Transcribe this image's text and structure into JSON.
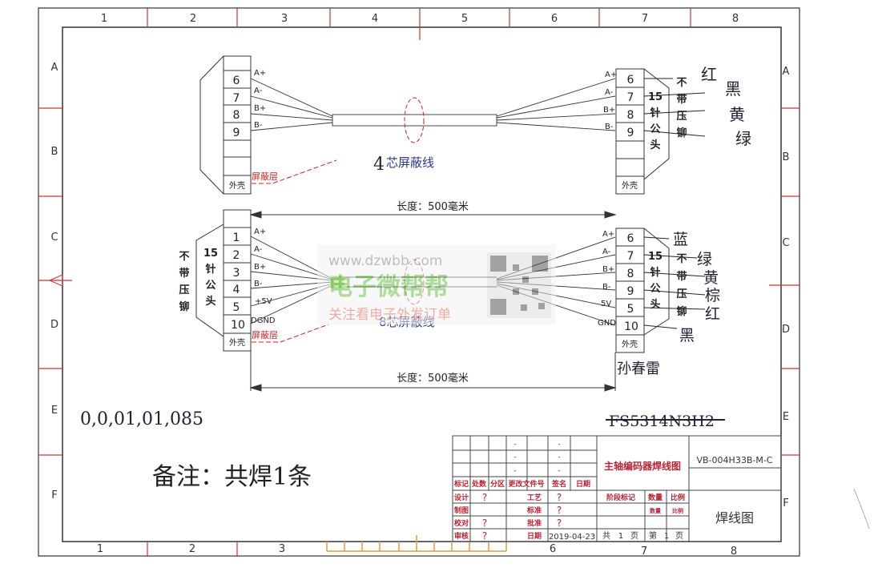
{
  "frame": {
    "top_cols": [
      "1",
      "2",
      "3",
      "4",
      "5",
      "6",
      "7",
      "8"
    ],
    "bottom_cols": [
      "1",
      "2",
      "3",
      "6",
      "7",
      "8"
    ],
    "rows": [
      "A",
      "B",
      "C",
      "D",
      "E",
      "F"
    ]
  },
  "cable1": {
    "pins_left": [
      "6",
      "7",
      "8",
      "9"
    ],
    "signals_left": [
      "A+",
      "A-",
      "B+",
      "B-"
    ],
    "shell": "外壳",
    "shield": "屏蔽层",
    "cable_label": "芯屏蔽线",
    "cable_count_handwritten": "4",
    "length": "长度：500毫米",
    "pins_right": [
      "6",
      "7",
      "8",
      "9"
    ],
    "signals_right": [
      "A+",
      "A-",
      "B+",
      "B-"
    ],
    "conn_right_label": [
      "15",
      "针",
      "公",
      "头"
    ],
    "conn_right_note": [
      "不",
      "带",
      "压",
      "铆"
    ],
    "colors_handwritten": [
      "红",
      "黑",
      "黄",
      "绿"
    ]
  },
  "cable2": {
    "pins_left": [
      "1",
      "2",
      "3",
      "4",
      "5",
      "10"
    ],
    "signals_left": [
      "A+",
      "A-",
      "B+",
      "B-",
      "+5V",
      "DGND"
    ],
    "shell": "外壳",
    "shield": "屏蔽层",
    "conn_left_label": [
      "15",
      "针",
      "公",
      "头"
    ],
    "conn_left_note": [
      "不",
      "带",
      "压",
      "铆"
    ],
    "cable_label": "8芯屏蔽线",
    "length": "长度：500毫米",
    "pins_right": [
      "6",
      "7",
      "8",
      "9",
      "5",
      "10"
    ],
    "signals_right": [
      "A+",
      "A-",
      "B+",
      "B-",
      "5V",
      "GND"
    ],
    "conn_right_label": [
      "15",
      "针",
      "公",
      "头"
    ],
    "conn_right_note": [
      "不",
      "带",
      "压",
      "铆"
    ],
    "colors_handwritten": [
      "蓝",
      "绿",
      "黄",
      "棕",
      "红",
      "黑"
    ],
    "signature": "孙春雷"
  },
  "watermark": {
    "url": "www.dzwbb.com",
    "name": "电子微帮帮",
    "slogan": "关注看电子外发订单"
  },
  "handwritten_code": "0,0,01,01,085",
  "struck_code": "FS5314N3H2",
  "note": "备注：共焊1条",
  "title_block": {
    "drawing_title": "主轴编码器焊线图",
    "drawing_no": "VB-004H33B-M-C",
    "doc_type": "焊线图",
    "rev_headers": [
      "标记",
      "处数",
      "分区",
      "更改文件号",
      "签名",
      "日期"
    ],
    "rows": [
      {
        "l": "设计",
        "lv": "?",
        "r": "工艺",
        "rv": "?"
      },
      {
        "l": "制图",
        "lv": "",
        "r": "标准",
        "rv": "?"
      },
      {
        "l": "校对",
        "lv": "?",
        "r": "批准",
        "rv": "?"
      },
      {
        "l": "审核",
        "lv": "?",
        "r": "日期",
        "rv": "2019-04-23"
      }
    ],
    "stage_headers": [
      "阶段标记",
      "数量",
      "比例"
    ],
    "qty_sub": [
      "数量",
      "比例"
    ],
    "sheets": [
      "共",
      "1",
      "页",
      "第",
      "1",
      "页"
    ]
  }
}
